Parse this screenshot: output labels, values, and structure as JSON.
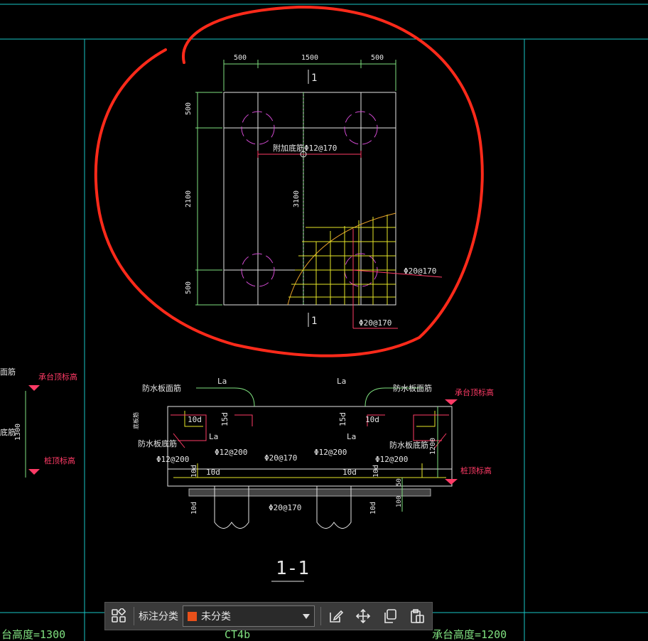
{
  "drawing": {
    "plan": {
      "dims_top": [
        "500",
        "1500",
        "500"
      ],
      "dims_left": [
        "500",
        "2100",
        "500"
      ],
      "dim_center": "3100",
      "section_mark_top": "1",
      "section_mark_bottom": "1",
      "label_extra_bottom": "附加底筋Φ12@170",
      "label_right": "Φ20@170",
      "label_bottom": "Φ20@170"
    },
    "section": {
      "la_left": "La",
      "la_right": "La",
      "waterproof_top_left": "防水板面筋",
      "waterproof_top_right": "防水板面筋",
      "waterproof_bottom_left": "防水板底筋",
      "waterproof_bottom_right": "防水板底筋",
      "bottom_rebar_tag": "底板筋",
      "ten_d_1": "10d",
      "ten_d_2": "10d",
      "ten_d_3": "10d",
      "ten_d_4": "10d",
      "ten_d_5": "10d",
      "ten_d_6": "10d",
      "ten_d_7": "10d",
      "ten_d_8": "10d",
      "fifteen_d_left": "15d",
      "fifteen_d_right": "15d",
      "la_inner_left": "La",
      "la_inner_right": "La",
      "rebar_1": "Φ12@200",
      "rebar_2": "Φ12@200",
      "rebar_3": "Φ20@170",
      "rebar_4": "Φ12@200",
      "rebar_5": "Φ12@200",
      "rebar_6": "Φ20@170",
      "cap_top_elev_left": "承台顶标高",
      "pile_top_elev_left": "桩顶标高",
      "cap_top_elev_right": "承台顶标高",
      "pile_top_elev_right": "桩顶标高",
      "dim_1300": "1300",
      "dim_1200": "1200",
      "dim_50": "50",
      "dim_100": "100",
      "section_title": "1-1"
    },
    "left_fragment": {
      "label_top": "面筋",
      "label_mid": "底筋"
    },
    "bottom_strip": {
      "left": "台高度=1300",
      "center": "CT4b",
      "right": "承台高度=1200"
    }
  },
  "toolbar": {
    "label": "标注分类",
    "selected": "未分类",
    "swatch_color": "#e8501a",
    "icons": [
      "grid-icon",
      "edit-icon",
      "move-icon",
      "copy-icon",
      "paste-icon"
    ]
  },
  "colors": {
    "frame": "#19c6c6",
    "dimension": "#7fe07f",
    "text_label": "#e6e6e6",
    "rebar": "#ff3b66",
    "pile": "#d24ad2",
    "mesh": "#e6e628",
    "annotation_circle": "#ff2a1a"
  }
}
